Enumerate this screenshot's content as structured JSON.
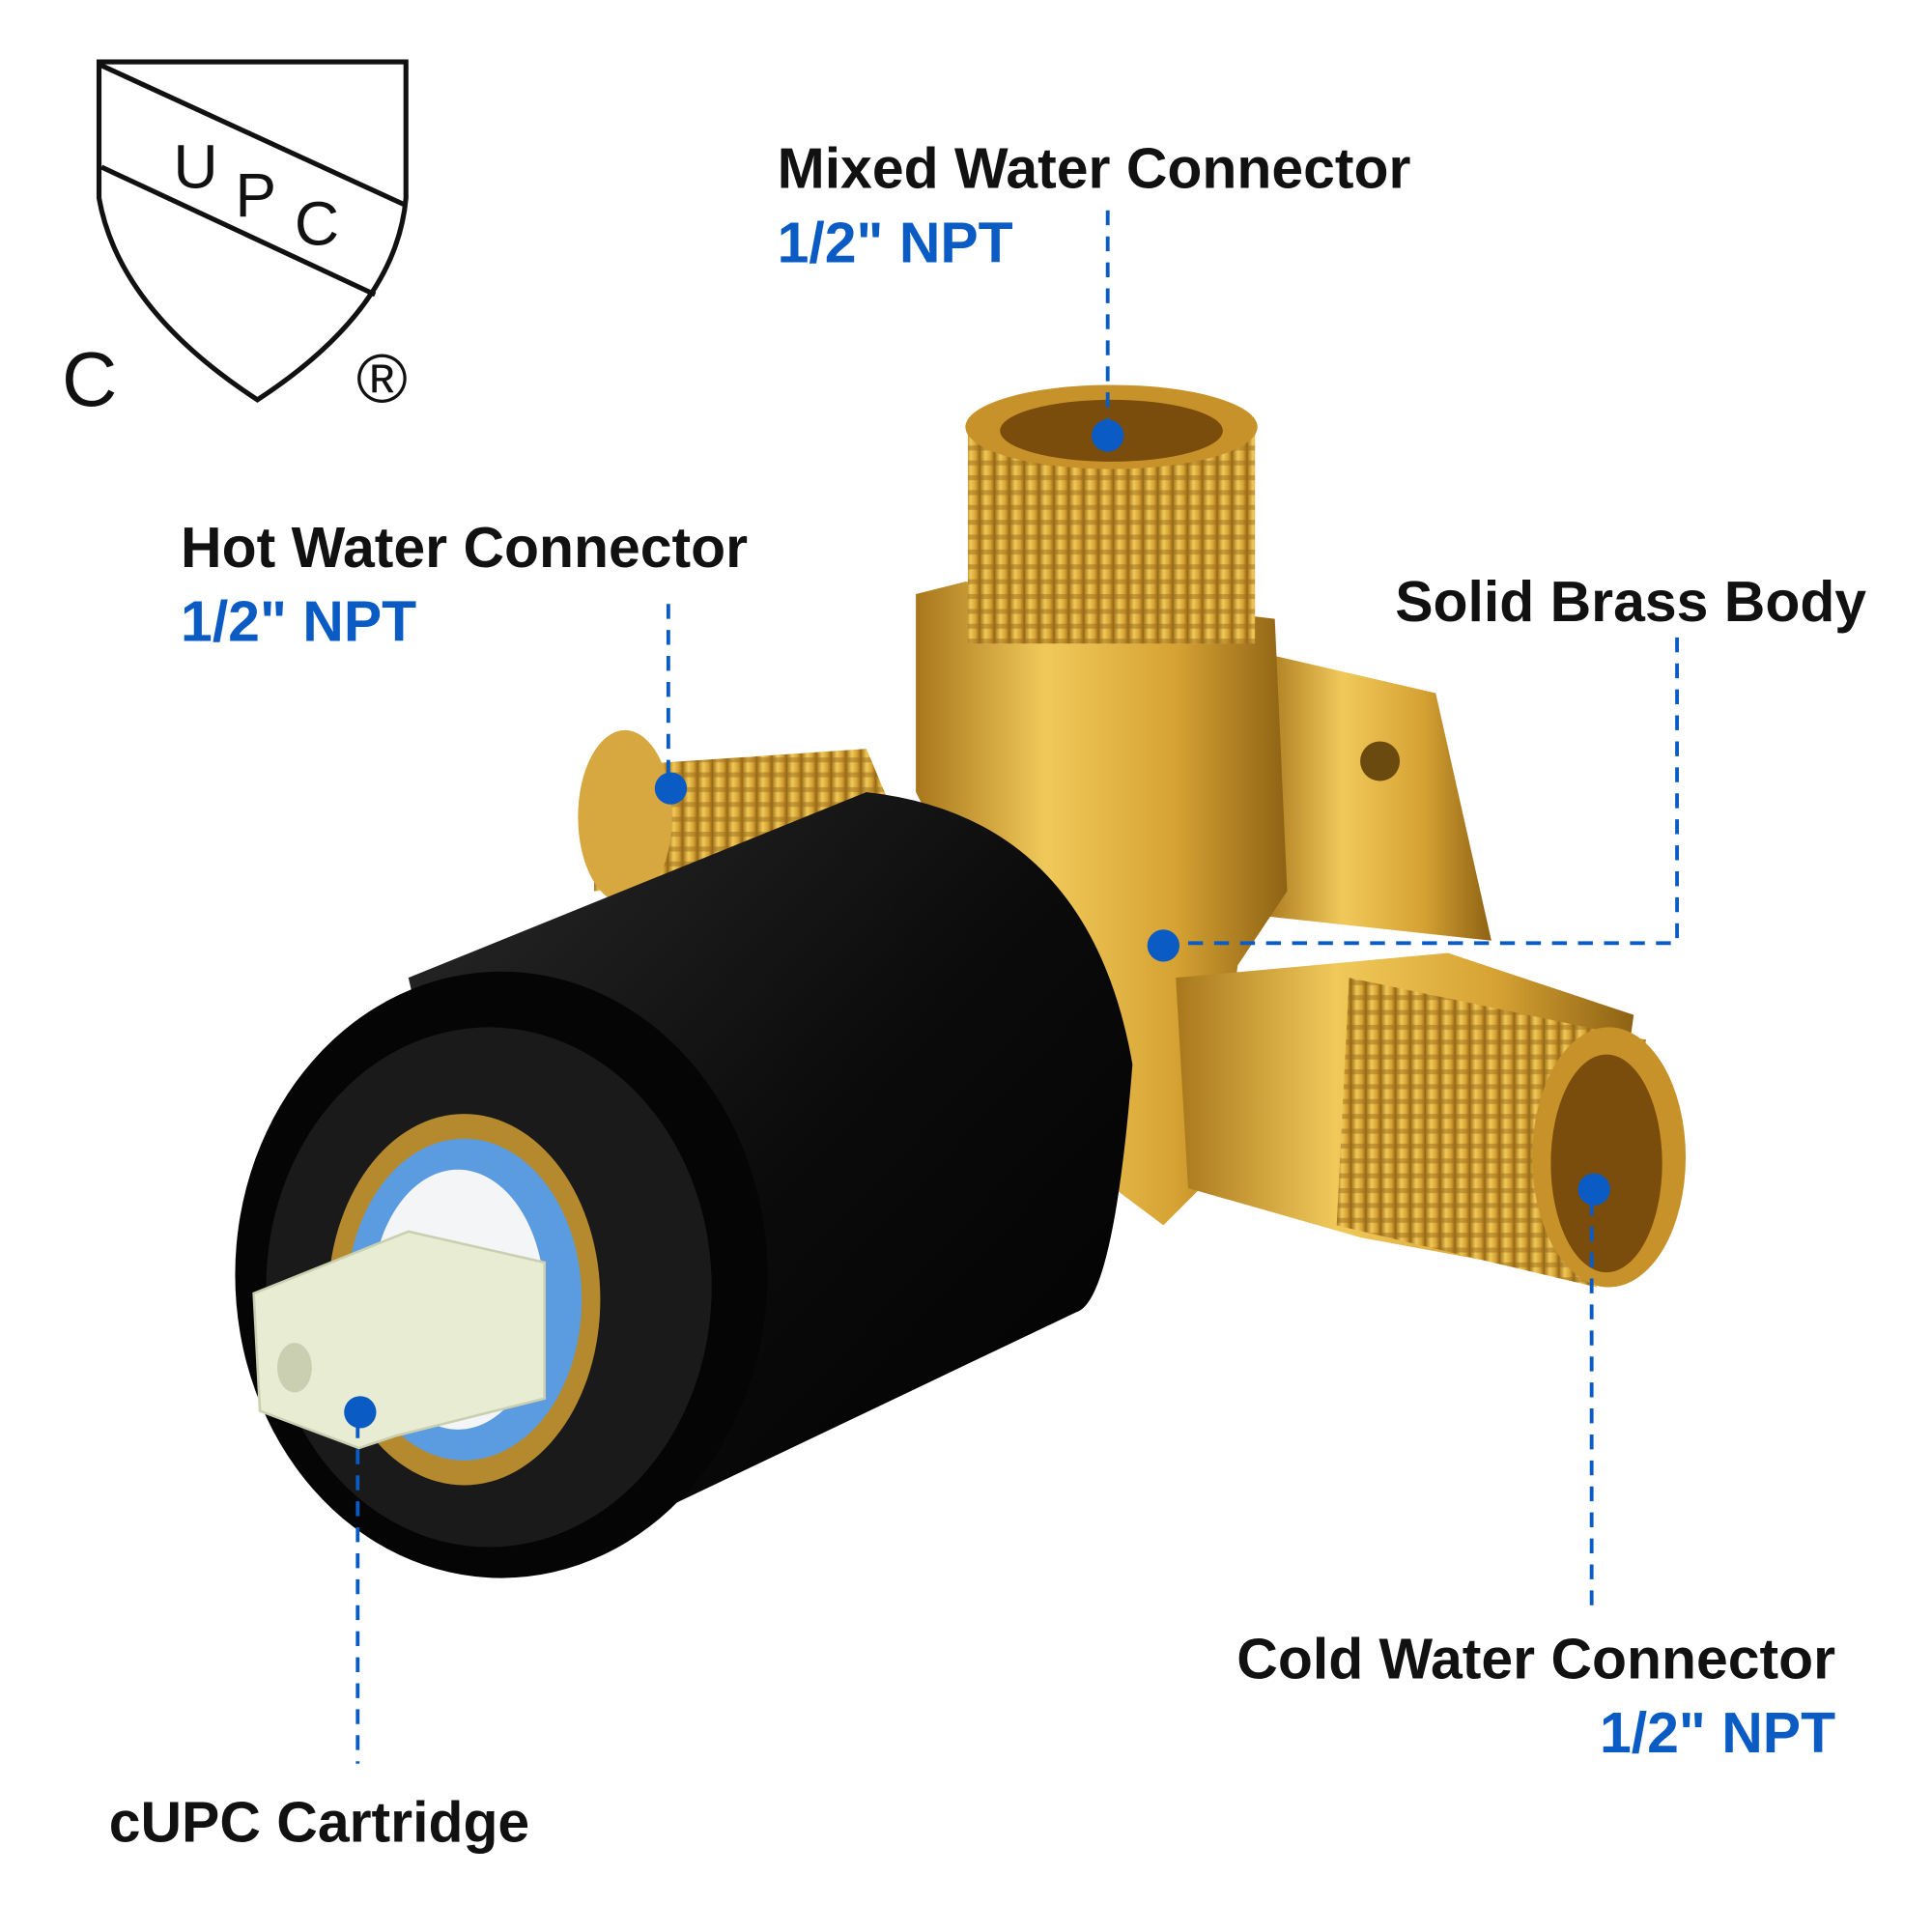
{
  "logo": {
    "text": "UPC",
    "letters": [
      "U",
      "P",
      "C"
    ],
    "prefix": "C",
    "registered": "®"
  },
  "colors": {
    "accent": "#0a5bc4",
    "text": "#111111",
    "brass": "#d9a93a",
    "black_body": "#0d0d0d",
    "cartridge": "#e8ecd2",
    "seal": "#5b9be0"
  },
  "callouts": {
    "mixed": {
      "title": "Mixed Water Connector",
      "spec": "1/2\" NPT"
    },
    "hot": {
      "title": "Hot Water Connector",
      "spec": "1/2\" NPT"
    },
    "body": {
      "title": "Solid Brass Body"
    },
    "cold": {
      "title": "Cold Water Connector",
      "spec": "1/2\" NPT"
    },
    "cartridge": {
      "title": "cUPC Cartridge"
    }
  }
}
